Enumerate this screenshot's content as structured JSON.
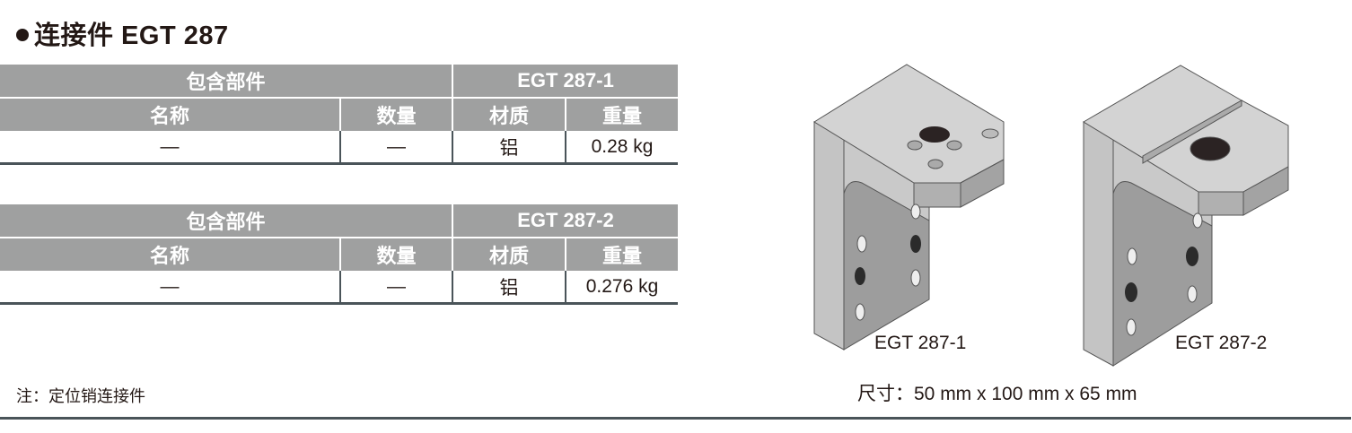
{
  "header": {
    "bullet": "●",
    "title": "连接件 EGT 287"
  },
  "tables": [
    {
      "group_label": "包含部件",
      "model": "EGT 287-1",
      "columns": [
        "名称",
        "数量",
        "材质",
        "重量"
      ],
      "rows": [
        {
          "name": "—",
          "qty": "—",
          "material": "铝",
          "weight": "0.28 kg"
        }
      ]
    },
    {
      "group_label": "包含部件",
      "model": "EGT 287-2",
      "columns": [
        "名称",
        "数量",
        "材质",
        "重量"
      ],
      "rows": [
        {
          "name": "—",
          "qty": "—",
          "material": "铝",
          "weight": "0.276 kg"
        }
      ]
    }
  ],
  "note": "注：定位销连接件",
  "figures": [
    {
      "label": "EGT 287-1",
      "icon": "connector-bracket-1"
    },
    {
      "label": "EGT 287-2",
      "icon": "connector-bracket-2"
    }
  ],
  "dimensions": "尺寸：50 mm x 100 mm x 65 mm",
  "colors": {
    "header_bg": "#9fa0a0",
    "rule": "#4a5459",
    "text": "#231815",
    "part_light": "#d3d3d3",
    "part_mid": "#bcbcbc",
    "part_dark": "#9a9a9a"
  }
}
